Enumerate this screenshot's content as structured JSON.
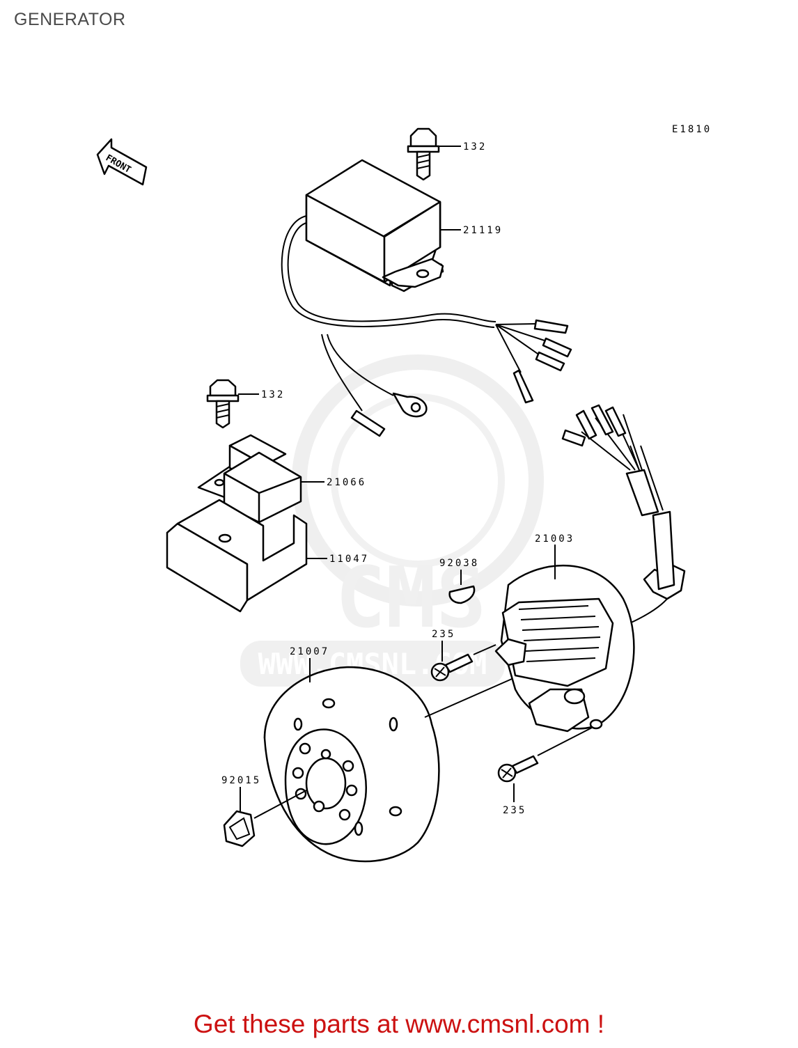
{
  "title": "GENERATOR",
  "diagram_code": "E1810",
  "front_label": "FRONT",
  "watermark": {
    "brand": "CMS",
    "url": "WWW.CMSNL.COM"
  },
  "parts": {
    "p132a": "132",
    "p21119": "21119",
    "p132b": "132",
    "p21066": "21066",
    "p11047": "11047",
    "p21003": "21003",
    "p92038": "92038",
    "p235a": "235",
    "p21007": "21007",
    "p92015": "92015",
    "p235b": "235"
  },
  "cta": "Get these parts at www.cmsnl.com !",
  "colors": {
    "cta": "#cc1111",
    "title": "#4a4a4a",
    "watermark": "#d9d9d9"
  }
}
